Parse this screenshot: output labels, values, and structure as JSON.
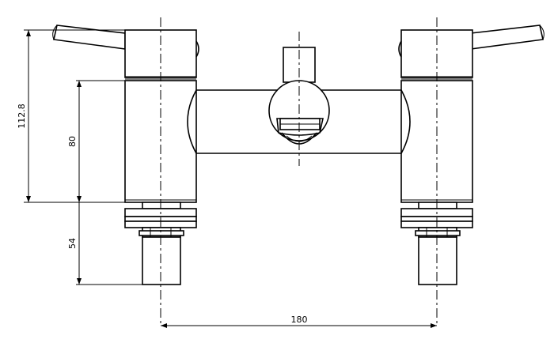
{
  "drawing": {
    "dimensions": {
      "overall_height": "112.8",
      "body_height": "80",
      "tail_height": "54",
      "centers_width": "180"
    }
  }
}
